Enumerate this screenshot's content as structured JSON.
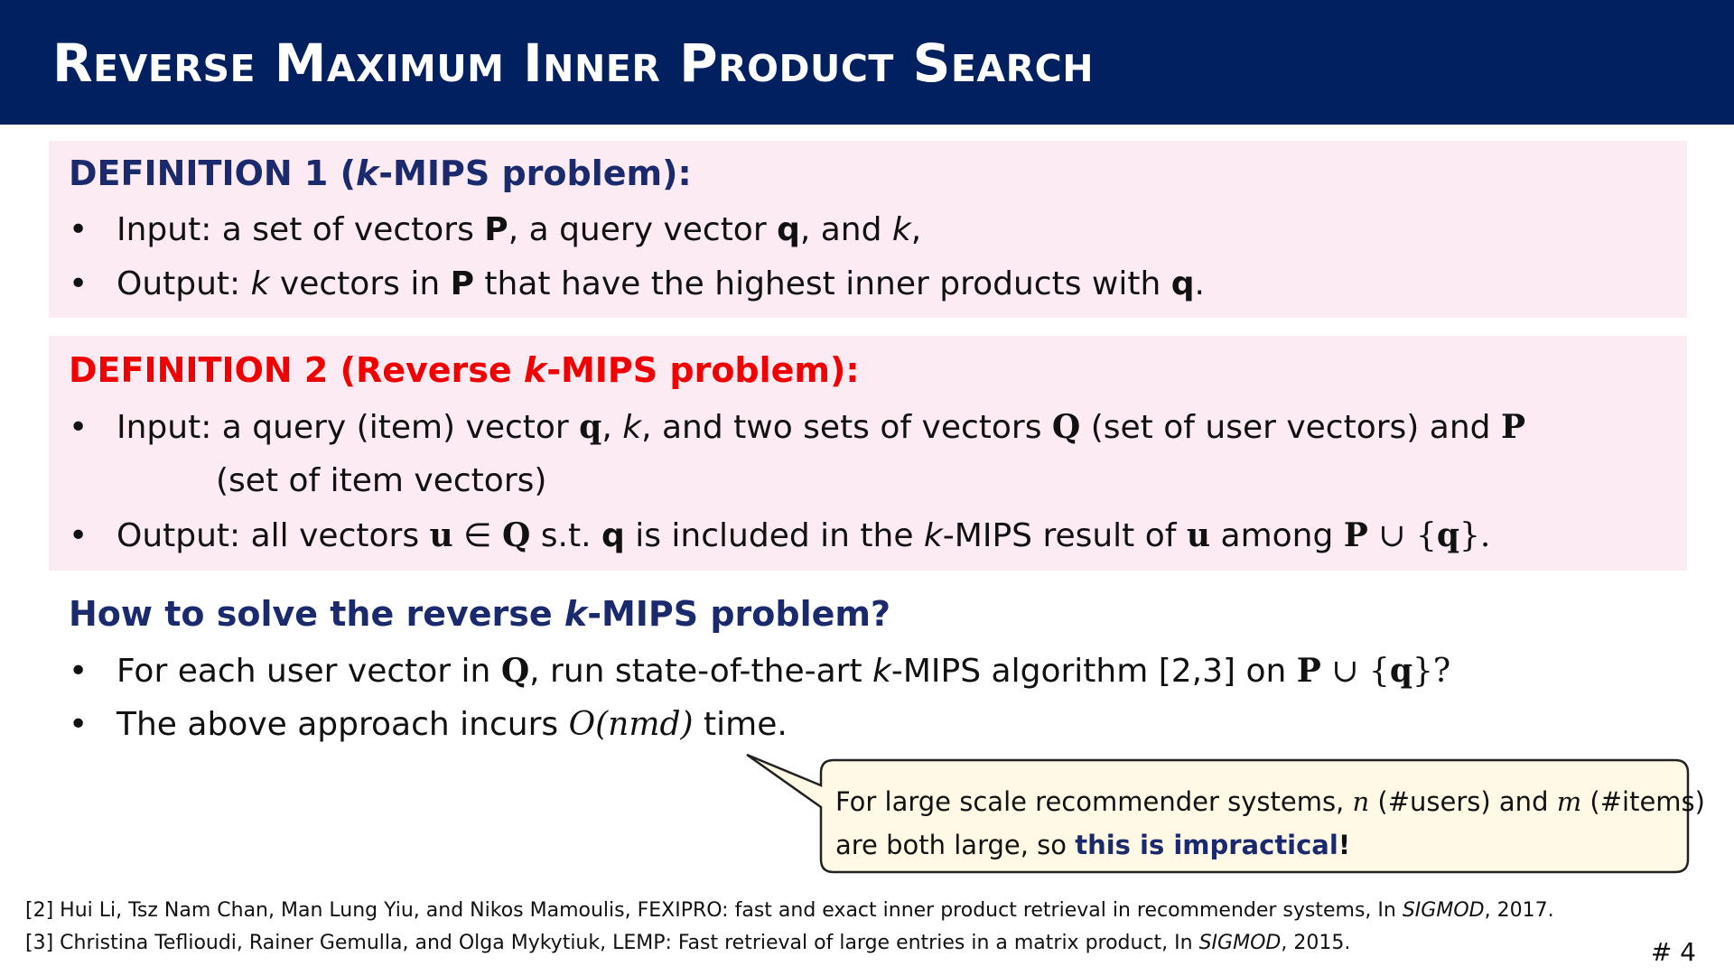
{
  "title": "Reverse Maximum Inner Product Search",
  "def1": {
    "heading_pre": "DEFINITION 1 (",
    "heading_k": "k",
    "heading_post": "-MIPS problem):",
    "bullet": "•",
    "line1": {
      "a": "Input: a set of vectors ",
      "P": "P",
      "b": ", a query vector ",
      "q": "q",
      "c": ", and ",
      "k": "k",
      "d": ","
    },
    "line2": {
      "a": "Output: ",
      "k": "k",
      "b": " vectors in ",
      "P": "P",
      "c": " that have the highest inner products with ",
      "q": "q",
      "d": "."
    }
  },
  "def2": {
    "heading_pre": "DEFINITION 2 (Reverse ",
    "heading_k": "k",
    "heading_post": "-MIPS problem):",
    "bullet": "•",
    "line1": {
      "a": "Input: a query (item) vector ",
      "q": "q",
      "b": ", ",
      "k": "k",
      "c": ", and two sets of vectors ",
      "Q": "Q",
      "d": " (set of user vectors) and ",
      "P": "P"
    },
    "line1_cont": "(set of item vectors)",
    "line2": {
      "a": "Output: all vectors ",
      "u": "u",
      "in": " ∈ ",
      "Q": "Q",
      "b": " s.t. ",
      "q": "q",
      "c": " is included in the ",
      "k": "k",
      "d": "-MIPS result of ",
      "u2": "u",
      "e": " among ",
      "P": "P",
      "union": " ∪ {",
      "q2": "q",
      "f": "}."
    }
  },
  "solve": {
    "heading_pre": "How to solve the reverse ",
    "heading_k": "k",
    "heading_post": "-MIPS problem?",
    "bullet": "•",
    "line1": {
      "a": "For each user vector in ",
      "Q": "Q",
      "b": ", run state-of-the-art ",
      "k": "k",
      "c": "-MIPS algorithm [2,3] on ",
      "P": "P",
      "union": " ∪ {",
      "q": "q",
      "d": "}?"
    },
    "line2": {
      "a": "The above approach incurs ",
      "math": "O(nmd)",
      "b": " time."
    }
  },
  "callout": {
    "a": "For large scale recommender systems, ",
    "n": "n",
    "b": " (#users) and ",
    "m": "m",
    "c": " (#items)",
    "d": "are both large, so ",
    "emph": "this is impractical",
    "excl": "!"
  },
  "refs": [
    {
      "a": "[2] Hui Li, Tsz Nam Chan, Man Lung Yiu, and Nikos Mamoulis, FEXIPRO: fast and exact inner product retrieval in recommender systems, In ",
      "venue": "SIGMOD",
      "b": ", 2017."
    },
    {
      "a": "[3] Christina Teflioudi, Rainer Gemulla, and Olga Mykytiuk, LEMP: Fast retrieval of large entries in a matrix product, In ",
      "venue": "SIGMOD",
      "b": ", 2015."
    }
  ],
  "page_number": "# 4",
  "colors": {
    "header": "#002060",
    "box": "#fcebf2",
    "navy": "#1a2a6c",
    "red": "#f00000",
    "callout_bg": "#fff9e6"
  }
}
